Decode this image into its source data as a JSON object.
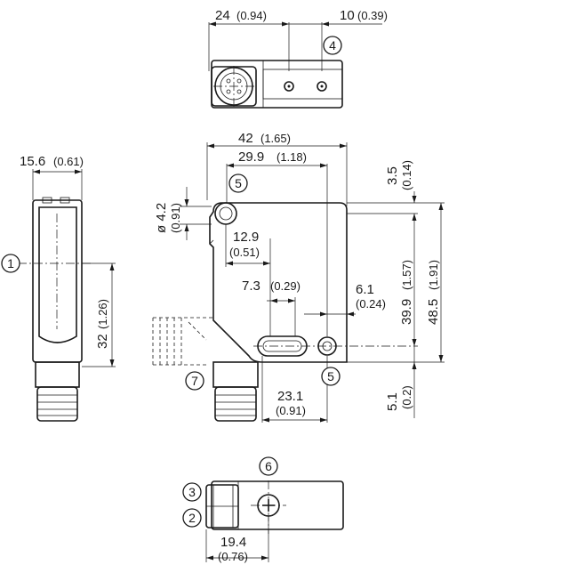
{
  "dimensions": {
    "top_24": "24",
    "top_24_in": "(0.94)",
    "top_10": "10",
    "top_10_in": "(0.39)",
    "left_15_6": "15.6",
    "left_15_6_in": "(0.61)",
    "left_32": "32",
    "left_32_in": "(1.26)",
    "front_42": "42",
    "front_42_in": "(1.65)",
    "front_29_9": "29.9",
    "front_29_9_in": "(1.18)",
    "hole_4_2": "ø 4.2",
    "hole_4_2_in": "(0.91)",
    "front_12_9": "12.9",
    "front_12_9_in": "(0.51)",
    "front_7_3": "7.3",
    "front_7_3_in": "(0.29)",
    "front_6_1": "6.1",
    "front_6_1_in": "(0.24)",
    "front_23_1": "23.1",
    "front_23_1_in": "(0.91)",
    "right_3_5": "3.5",
    "right_3_5_in": "(0.14)",
    "right_39_9": "39.9",
    "right_39_9_in": "(1.57)",
    "right_48_5": "48.5",
    "right_48_5_in": "(1.91)",
    "right_5_1": "5.1",
    "right_5_1_in": "(0.2)",
    "bottom_19_4": "19.4",
    "bottom_19_4_in": "(0.76)"
  },
  "callouts": {
    "c1": "1",
    "c2": "2",
    "c3": "3",
    "c4": "4",
    "c5a": "5",
    "c5b": "5",
    "c6": "6",
    "c7": "7"
  }
}
